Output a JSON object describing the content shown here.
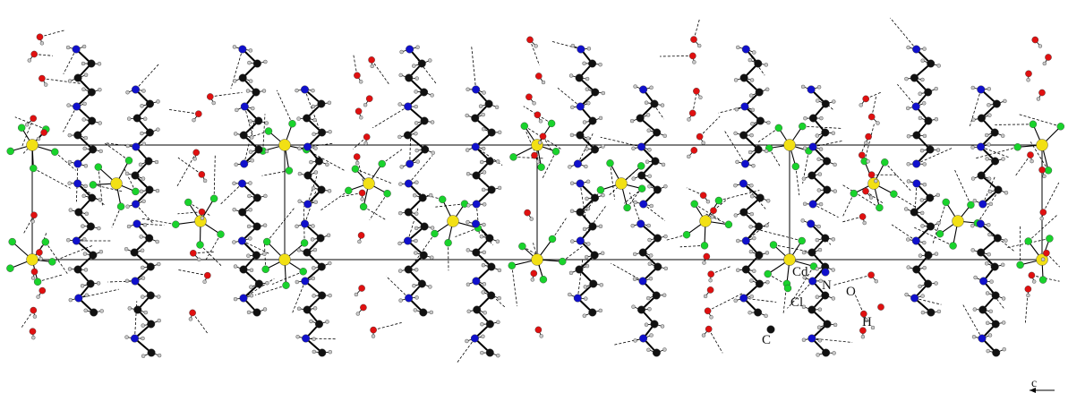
{
  "legend": {
    "cd": "Cd",
    "n": "N",
    "cl": "Cl",
    "o": "O",
    "h": "H",
    "c": "C"
  },
  "axis": {
    "c": "c"
  },
  "colors": {
    "cd": "#f2e014",
    "cl": "#19d32c",
    "n": "#1010cc",
    "o": "#e01010",
    "c": "#111111",
    "h": "#c8c8c8",
    "bond": "#000000",
    "hbond": "#000000"
  }
}
